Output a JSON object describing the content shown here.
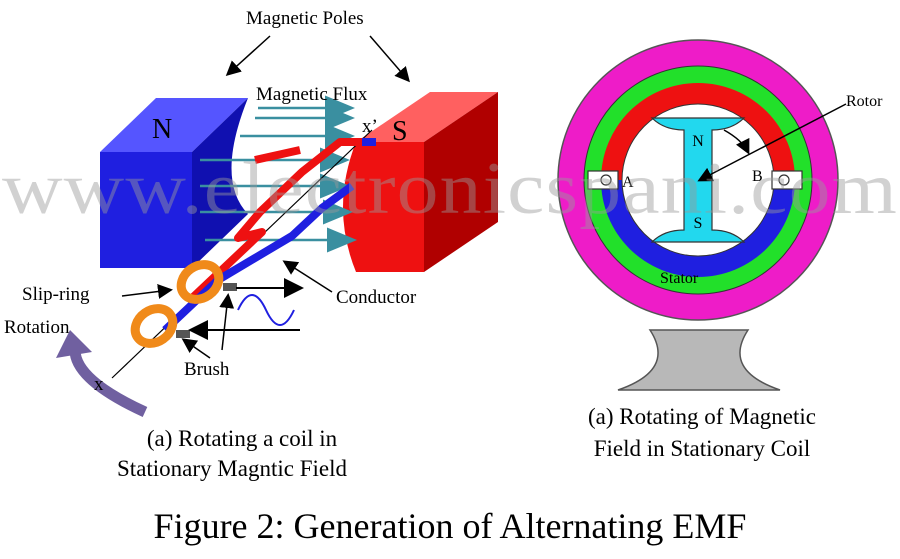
{
  "watermark": "www.electronicspani.com",
  "left_diagram": {
    "top_label": "Magnetic Poles",
    "flux_label": "Magnetic Flux",
    "north_label": "N",
    "south_label": "S",
    "x_prime_label": "x’",
    "x_label": "x",
    "slip_ring_label": "Slip-ring",
    "rotation_label": "Rotation",
    "brush_label": "Brush",
    "conductor_label": "Conductor",
    "caption_line1": "(a) Rotating a coil in",
    "caption_line2": "Stationary Magntic Field",
    "colors": {
      "north": "#1f1fe0",
      "south": "#ee1111",
      "flux": "#3a8fa0",
      "ring": "#f08a1a",
      "rotation": "#7060a0"
    }
  },
  "right_diagram": {
    "rotor_label": "Rotor",
    "stator_label": "Stator",
    "north_label": "N",
    "south_label": "S",
    "a_label": "A",
    "b_label": "B",
    "caption_line1": "(a) Rotating of Magnetic",
    "caption_line2": "Field in Stationary Coil",
    "colors": {
      "outer": "#ee1cc8",
      "green": "#22e02a",
      "red": "#ee1111",
      "blue": "#1f1fe0",
      "rotor": "#22d8ee",
      "base": "#b8b8b8"
    }
  },
  "figure_caption": "Figure 2: Generation of Alternating EMF"
}
